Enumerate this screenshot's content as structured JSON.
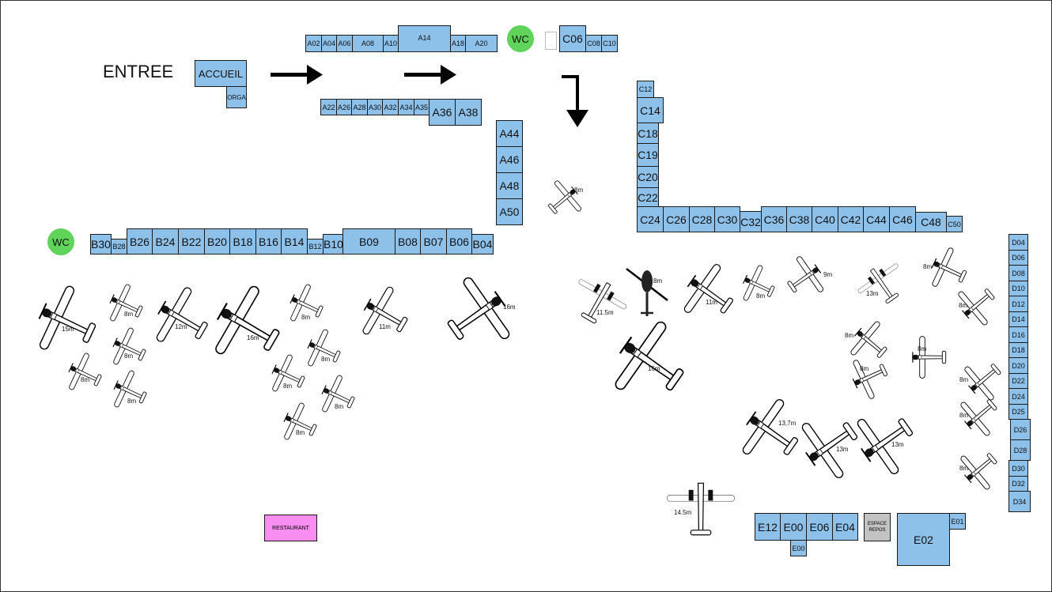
{
  "entrance_label": "ENTREE",
  "wc_label": "WC",
  "restaurant_label": "RESTAURANT",
  "rest_area_label_1": "ESPACE",
  "rest_area_label_2": "REPOS",
  "colors": {
    "booth": "#8ec1ea",
    "wc": "#5fd35a",
    "restaurant": "#f78ef0",
    "rest_area": "#c3c3c3"
  },
  "booths": {
    "accueil": "ACCUEIL",
    "orga": "ORGA",
    "a02": "A02",
    "a04": "A04",
    "a06": "A06",
    "a08": "A08",
    "a10": "A10",
    "a14": "A14",
    "a18": "A18",
    "a20": "A20",
    "a22": "A22",
    "a26": "A26",
    "a28": "A28",
    "a30": "A30",
    "a32": "A32",
    "a34": "A34",
    "a35": "A35",
    "a36": "A36",
    "a38": "A38",
    "a44": "A44",
    "a46": "A46",
    "a48": "A48",
    "a50": "A50",
    "b30": "B30",
    "b28": "B28",
    "b26": "B26",
    "b24": "B24",
    "b22": "B22",
    "b20": "B20",
    "b18": "B18",
    "b16": "B16",
    "b14": "B14",
    "b12": "B12",
    "b10": "B10",
    "b09": "B09",
    "b08": "B08",
    "b07": "B07",
    "b06": "B06",
    "b04": "B04",
    "c06": "C06",
    "c08": "C08",
    "c10": "C10",
    "c12": "C12",
    "c14": "C14",
    "c18": "C18",
    "c19": "C19",
    "c20": "C20",
    "c22": "C22",
    "c24": "C24",
    "c26": "C26",
    "c28": "C28",
    "c30": "C30",
    "c32": "C32",
    "c36": "C36",
    "c38": "C38",
    "c40": "C40",
    "c42": "C42",
    "c44": "C44",
    "c46": "C46",
    "c48": "C48",
    "c50": "C50",
    "d04": "D04",
    "d06": "D06",
    "d08": "D08",
    "d10": "D10",
    "d12": "D12",
    "d14": "D14",
    "d16": "D16",
    "d18": "D18",
    "d20": "D20",
    "d22": "D22",
    "d24": "D24",
    "d25": "D25",
    "d26": "D26",
    "d28": "D28",
    "d30": "D30",
    "d32": "D32",
    "d34": "D34",
    "e12": "E12",
    "e00": "E00",
    "e06": "E06",
    "e04": "E04",
    "e00b": "E00",
    "e02": "E02",
    "e01": "E01"
  },
  "plane_sizes": {
    "p1": "15m",
    "p2": "8m",
    "p3": "12m",
    "p4": "16m",
    "p5": "8m",
    "p6": "11m",
    "p7": "8m",
    "p8": "8m",
    "p9": "8m",
    "p10": "8m",
    "p11": "8m",
    "p12": "8m",
    "p13": "8m",
    "p14": "16m",
    "p15": "8m",
    "p16": "11.5m",
    "p17": "8m",
    "p18": "11m",
    "p19": "8m",
    "p20": "9m",
    "p21": "13m",
    "p22": "8m",
    "p23": "16m",
    "p24": "8m",
    "p25": "8m",
    "p26": "8m",
    "p27": "8m",
    "p28": "8m",
    "p29": "8m",
    "p30": "8m",
    "p31": "13,7m",
    "p32": "13m",
    "p33": "13m",
    "p34": "14.5m"
  },
  "icons": [
    "arrow-right-icon",
    "arrow-down-icon",
    "airplane-icon",
    "helicopter-icon"
  ]
}
